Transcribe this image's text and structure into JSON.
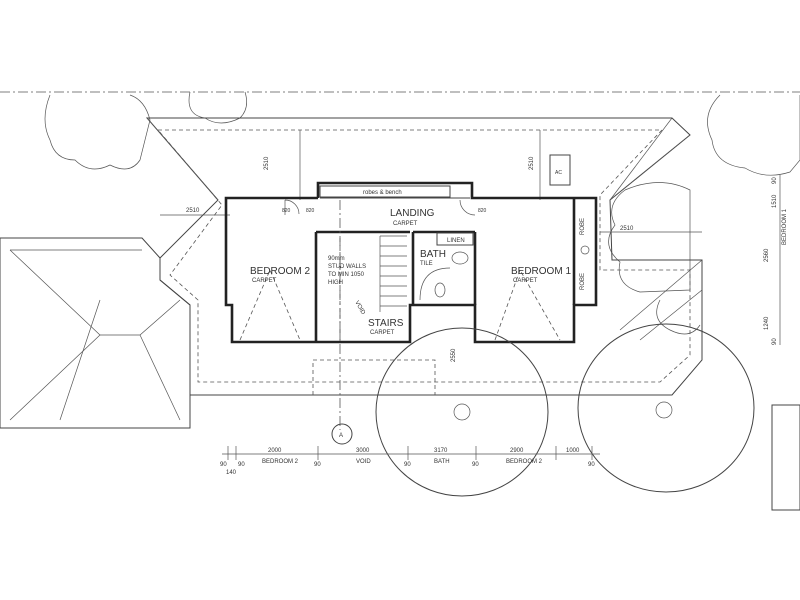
{
  "rooms": {
    "landing": "LANDING",
    "landing_floor": "CARPET",
    "bedroom2": "BEDROOM 2",
    "bedroom2_floor": "CARPET",
    "bedroom1": "BEDROOM 1",
    "bedroom1_floor": "CARPET",
    "bath": "BATH",
    "bath_floor": "TILE",
    "stairs": "STAIRS",
    "stairs_floor": "CARPET",
    "linen": "LINEN",
    "robe_upper": "ROBE",
    "robe_lower": "ROBE",
    "robes_bench": "robes & bench",
    "void": "VOID",
    "ac": "AC"
  },
  "notes": {
    "stud_walls": [
      "90mm",
      "STUD WALLS",
      "TO MIN 1050",
      "HIGH"
    ]
  },
  "compass_label": "A",
  "dimensions": {
    "top_2510_a": "2510",
    "top_2510_b": "2510",
    "left_2510": "2510",
    "right_2510": "2510",
    "right_vertical": [
      "90",
      "1510",
      "2560",
      "1240",
      "90"
    ],
    "right_bedroom_label": "BEDROOM 1",
    "bath_2550": "2550",
    "bottom_values": [
      "90",
      "2000",
      "90",
      "3000",
      "90",
      "3170",
      "90",
      "2900",
      "90",
      "1000",
      "90"
    ],
    "bottom_140": "140",
    "bottom_labels": [
      "BEDROOM 2",
      "VOID",
      "BATH",
      "BEDROOM 2"
    ],
    "door_820_a": "820",
    "door_820_b": "820",
    "door_820_c": "820"
  }
}
